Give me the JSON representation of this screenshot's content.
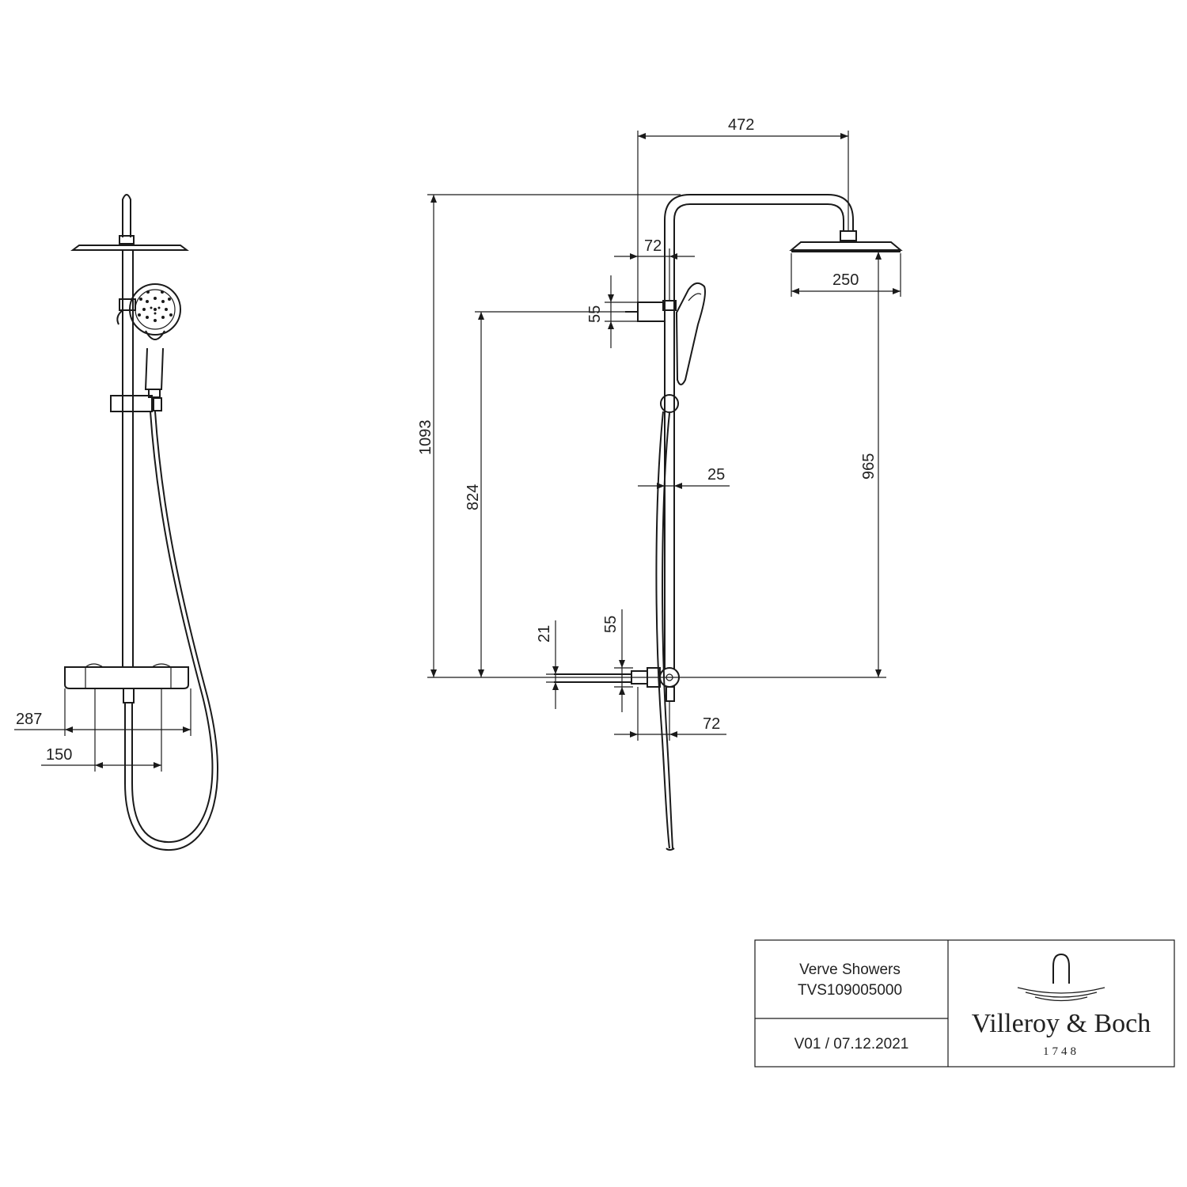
{
  "dimensions": {
    "side_width": "287",
    "side_spacing": "150",
    "arm_reach": "472",
    "total_height": "1093",
    "outlet_height": "824",
    "head_height": "965",
    "head_diameter": "250",
    "top_offset": "72",
    "bottom_offset": "72",
    "top_bracket": "55",
    "bottom_bracket": "55",
    "rail_diameter": "25",
    "connector": "21"
  },
  "title_block": {
    "product_name": "Verve Showers",
    "product_code": "TVS109005000",
    "version": "V01 / 07.12.2021",
    "brand": "Villeroy & Boch",
    "brand_year": "1748"
  },
  "colors": {
    "line": "#1a1a1a",
    "background": "#ffffff"
  }
}
